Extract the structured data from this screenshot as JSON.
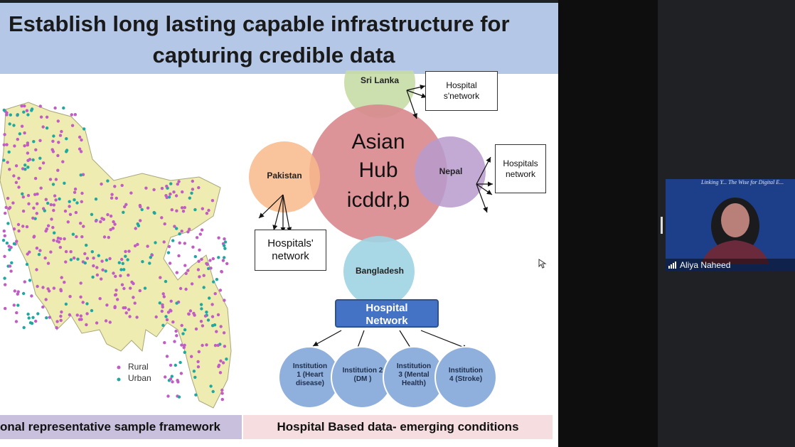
{
  "slide": {
    "title_line1": "Establish long lasting capable infrastructure for",
    "title_line2": "capturing credible data",
    "hub": {
      "line1": "Asian",
      "line2": "Hub",
      "line3": "icddr,b"
    },
    "countries": {
      "sri_lanka": "Sri Lanka",
      "pakistan": "Pakistan",
      "nepal": "Nepal",
      "bangladesh": "Bangladesh"
    },
    "network_boxes": {
      "sri_lanka": "Hospital s'network",
      "nepal": "Hospitals network",
      "pakistan": "Hospitals' network"
    },
    "hospital_network_label": "Hospital Network",
    "institutions": [
      {
        "label": "Institution 1 (Heart disease)"
      },
      {
        "label": "Institution 2 (DM )"
      },
      {
        "label": "Institution 3 (Mental Health)"
      },
      {
        "label": "Institution 4 (Stroke)"
      }
    ],
    "legend": {
      "rural": "Rural",
      "urban": "Urban"
    },
    "caption_left": "onal representative sample framework",
    "caption_right": "Hospital Based data- emerging conditions"
  },
  "video": {
    "participant_name": "Aliya Naheed",
    "banner_text": "Linking Y... The Wise for Digital E..."
  },
  "colors": {
    "title_band": "#b4c7e7",
    "hub": "#d9888e",
    "sri_lanka": "#c5dca6",
    "pakistan": "#f8b98a",
    "nepal": "#b79bcc",
    "bangladesh": "#9fd3e2",
    "hospital_network": "#4472c4",
    "institution": "#8fb0dc",
    "map_fill": "#eeecb0",
    "rural_dot": "#c05cc4",
    "urban_dot": "#20a8a0"
  }
}
